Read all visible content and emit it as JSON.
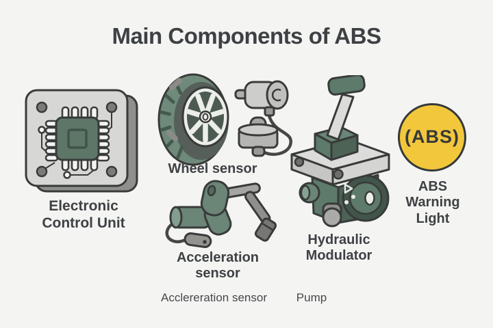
{
  "title": "Main Components of ABS",
  "colors": {
    "background": "#f4f4f2",
    "outline": "#383b3a",
    "component_green": "#5d7a6a",
    "component_green_dark": "#4c6356",
    "component_green_light": "#839d8e",
    "metal_gray": "#d7d7d5",
    "warning_yellow": "#f2c73b",
    "text": "#3e4144"
  },
  "components": {
    "ecu": {
      "label": "Electronic Control Unit"
    },
    "wheel_sensor": {
      "label": "Wheel sensor"
    },
    "acceleration_sensor": {
      "label": "Acceleration sensor"
    },
    "hydraulic_modulator": {
      "label": "Hydraulic Modulator"
    },
    "abs_warning_light": {
      "label": "ABS Warning Light",
      "symbol_text": "(ABS)"
    }
  },
  "captions": {
    "acceleration_sensor_alt": "Acclereration sensor",
    "pump": "Pump"
  }
}
